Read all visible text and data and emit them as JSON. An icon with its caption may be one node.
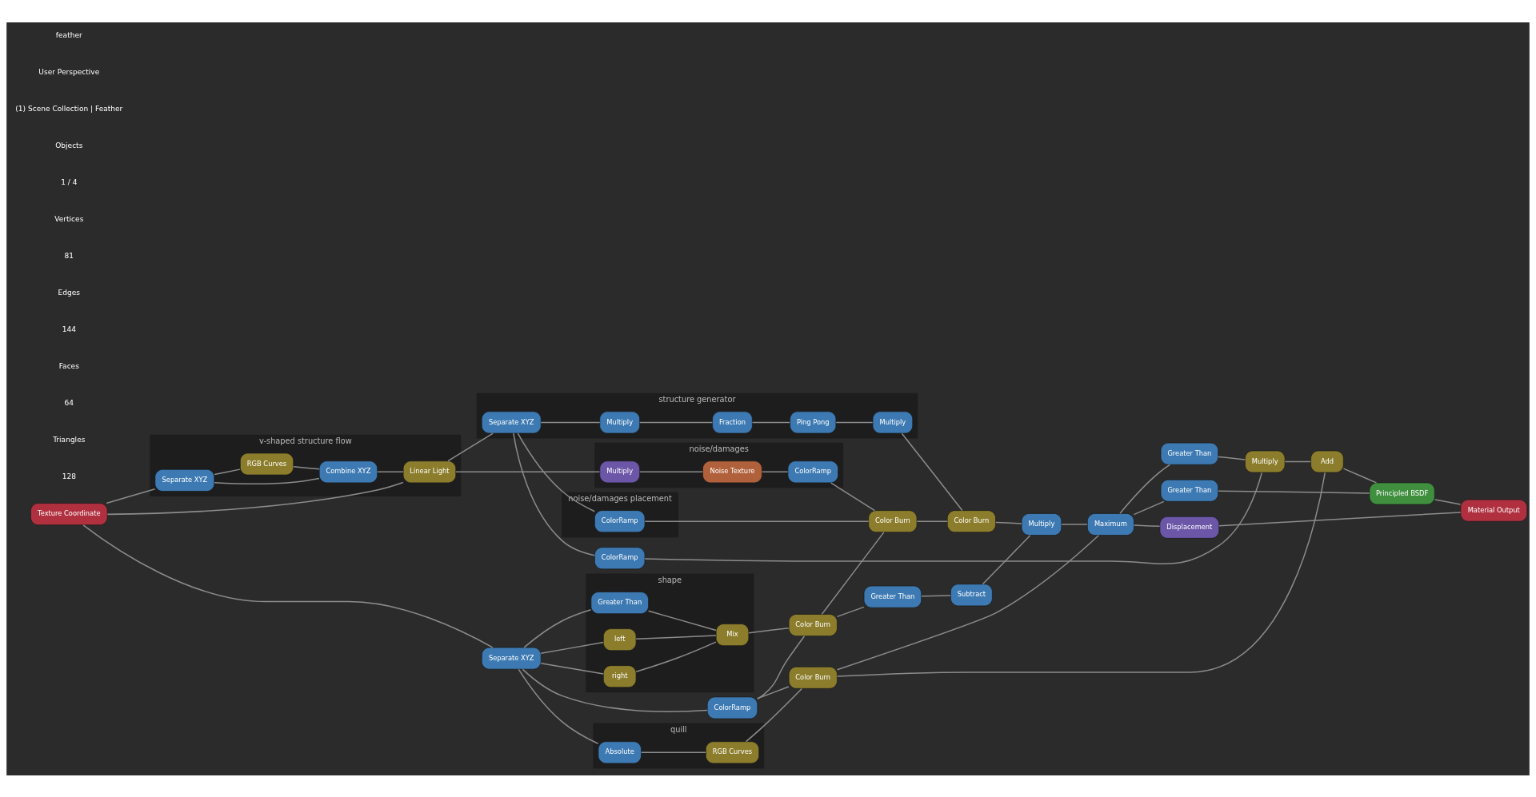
{
  "diagram": {
    "nodes": [
      {
        "text": [
          "noise/damages"
        ]
      },
      {
        "text": [
          "Multiply"
        ],
        "in": 0
      },
      {
        "text": [
          "Noise Texture"
        ],
        "in": 0
      },
      {
        "text": [
          "ColorRamp"
        ],
        "in": 0
      },
      {
        "text": [
          "noise/damages placement"
        ]
      },
      {
        "text": [
          "ColorRamp"
        ],
        "in": 4
      },
      {
        "text": [
          "structure generator"
        ]
      },
      {
        "text": [
          "Multiply"
        ],
        "in": 6
      },
      {
        "text": [
          "Fraction"
        ],
        "in": 6
      },
      {
        "text": [
          "Ping Pong"
        ],
        "in": 6
      },
      {
        "text": [
          "Multiply"
        ],
        "in": 6
      },
      {
        "text": [
          "v-shaped structure flow"
        ]
      },
      {
        "text": [
          "Linear Light"
        ],
        "in": 11
      },
      {
        "text": [
          "Separate XYZ"
        ],
        "in": 11
      },
      {
        "text": [
          "Combine XYZ"
        ],
        "in": 11
      },
      {
        "text": [
          "RGB Curves"
        ],
        "in": 11
      },
      {
        "text": [
          "Texture Coordinate"
        ]
      },
      {
        "text": [
          "Separate XYZ"
        ]
      },
      {
        "text": [
          "Separate XYZ"
        ],
        "in": 6
      },
      {
        "text": [
          "ColorRamp"
        ]
      },
      {
        "text": [
          "Color Burn"
        ]
      },
      {
        "text": [
          "Color Burn"
        ]
      },
      {
        "text": [
          "Color Burn"
        ]
      },
      {
        "text": [
          "shape"
        ]
      },
      {
        "text": [
          "Greater Than"
        ],
        "in": 23
      },
      {
        "text": [
          "left"
        ],
        "in": 23
      },
      {
        "text": [
          "right"
        ],
        "in": 23
      },
      {
        "text": [
          "Mix"
        ],
        "in": 23
      },
      {
        "text": [
          "Greater Than"
        ]
      },
      {
        "text": [
          "Subtract"
        ]
      },
      {
        "text": [
          "Color Burn"
        ]
      },
      {
        "text": [
          "quill"
        ]
      },
      {
        "text": [
          "RGB Curves"
        ],
        "in": 31
      },
      {
        "text": [
          "Absolute"
        ],
        "in": 31
      },
      {
        "text": [
          "Multiply"
        ]
      },
      {
        "text": [
          "Maximum"
        ]
      },
      {
        "text": [
          "ColorRamp"
        ]
      },
      {
        "text": [
          "Greater Than"
        ]
      },
      {
        "text": [
          "Multiply"
        ]
      },
      {
        "text": [
          "Add"
        ]
      },
      {
        "text": [
          "Principled BSDF"
        ]
      },
      {
        "text": [
          "Greater Than"
        ]
      },
      {
        "text": [
          "Displacement"
        ]
      },
      {
        "text": [
          "Material Output"
        ]
      }
    ],
    "edges": [
      {
        "from": 16,
        "to": 13,
        "arrow": "none"
      },
      {
        "from": 16,
        "to": 12,
        "arrow": "none"
      },
      {
        "from": 16,
        "to": 17,
        "arrow": "none"
      },
      {
        "from": 13,
        "to": 14,
        "arrow": "none"
      },
      {
        "from": 13,
        "to": 15,
        "arrow": "none"
      },
      {
        "from": 15,
        "to": 14,
        "arrow": "none"
      },
      {
        "from": 14,
        "to": 12,
        "arrow": "none"
      },
      {
        "from": 12,
        "to": 1,
        "arrow": "none"
      },
      {
        "from": 12,
        "to": 18,
        "arrow": "none"
      },
      {
        "from": 1,
        "to": 2,
        "arrow": "none"
      },
      {
        "from": 2,
        "to": 3,
        "arrow": "none"
      },
      {
        "from": 18,
        "to": 5,
        "arrow": "none"
      },
      {
        "from": 18,
        "to": 7,
        "arrow": "none"
      },
      {
        "from": 18,
        "to": 36,
        "arrow": "none"
      },
      {
        "from": 7,
        "to": 8,
        "arrow": "none"
      },
      {
        "from": 8,
        "to": 9,
        "arrow": "none"
      },
      {
        "from": 9,
        "to": 10,
        "arrow": "none"
      },
      {
        "from": 3,
        "to": 20,
        "arrow": "none"
      },
      {
        "from": 5,
        "to": 20,
        "arrow": "none"
      },
      {
        "from": 22,
        "to": 20,
        "arrow": "none"
      },
      {
        "from": 20,
        "to": 21,
        "arrow": "none"
      },
      {
        "from": 10,
        "to": 21,
        "arrow": "none"
      },
      {
        "from": 17,
        "to": 19,
        "arrow": "none"
      },
      {
        "from": 17,
        "to": 24,
        "arrow": "none"
      },
      {
        "from": 17,
        "to": 25,
        "arrow": "none"
      },
      {
        "from": 17,
        "to": 26,
        "arrow": "none"
      },
      {
        "from": 17,
        "to": 33,
        "arrow": "none"
      },
      {
        "from": 24,
        "to": 27,
        "arrow": "none"
      },
      {
        "from": 25,
        "to": 27,
        "arrow": "none"
      },
      {
        "from": 26,
        "to": 27,
        "arrow": "none"
      },
      {
        "from": 19,
        "to": 22,
        "arrow": "none"
      },
      {
        "from": 27,
        "to": 22,
        "arrow": "none"
      },
      {
        "from": 19,
        "to": 30,
        "arrow": "none"
      },
      {
        "from": 33,
        "to": 32,
        "arrow": "none"
      },
      {
        "from": 32,
        "to": 30,
        "arrow": "none"
      },
      {
        "from": 22,
        "to": 28,
        "arrow": "none"
      },
      {
        "from": 28,
        "to": 29,
        "arrow": "none"
      },
      {
        "from": 29,
        "to": 34,
        "arrow": "none"
      },
      {
        "from": 21,
        "to": 34,
        "arrow": "none"
      },
      {
        "from": 34,
        "to": 35,
        "arrow": "none"
      },
      {
        "from": 30,
        "to": 35,
        "arrow": "none"
      },
      {
        "from": 35,
        "to": 37,
        "arrow": "none"
      },
      {
        "from": 36,
        "to": 38,
        "arrow": "none"
      },
      {
        "from": 37,
        "to": 38,
        "arrow": "none"
      },
      {
        "from": 38,
        "to": 39,
        "arrow": "none"
      },
      {
        "from": 30,
        "to": 39,
        "arrow": "none"
      },
      {
        "from": 39,
        "to": 40,
        "arrow": "none"
      },
      {
        "from": 35,
        "to": 41,
        "arrow": "none"
      },
      {
        "from": 41,
        "to": 40,
        "arrow": "none"
      },
      {
        "from": 35,
        "to": 42,
        "arrow": "none"
      },
      {
        "from": 40,
        "to": 43,
        "arrow": "none"
      },
      {
        "from": 42,
        "to": 43,
        "arrow": "none"
      }
    ],
    "labels": [
      "feather",
      "User Perspective",
      "(1) Scene Collection | Feather",
      "Objects",
      "1 / 4",
      "Vertices",
      "81",
      "Edges",
      "144",
      "Faces",
      "64",
      "Triangles",
      "128"
    ]
  }
}
